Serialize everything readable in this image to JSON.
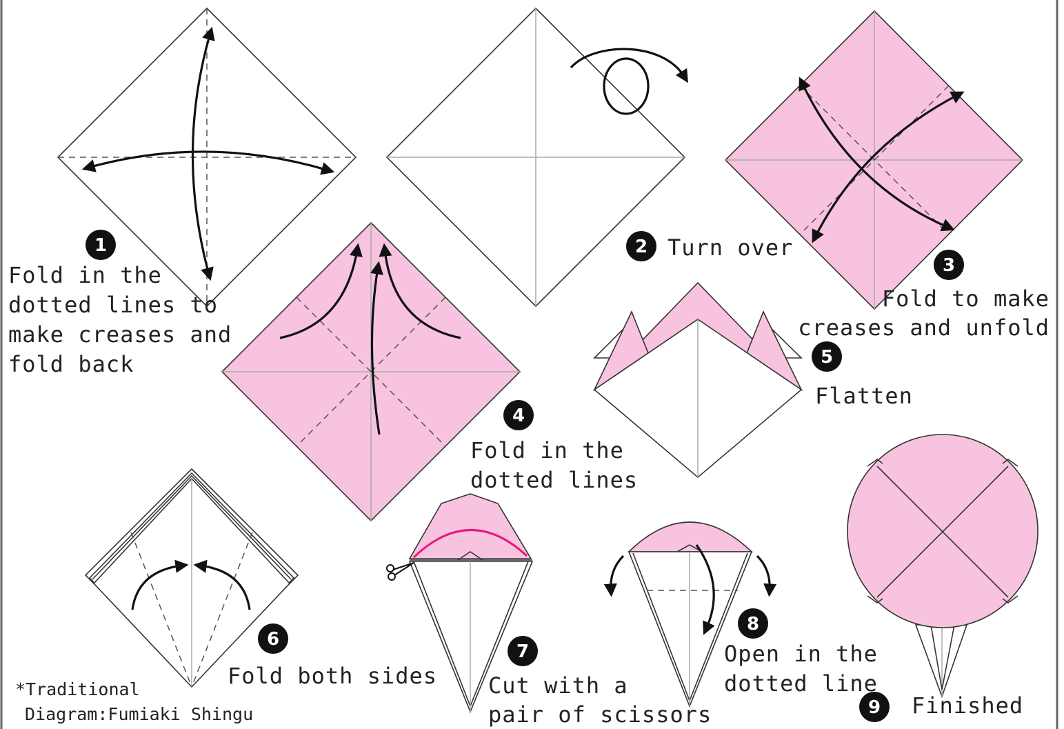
{
  "colors": {
    "paper_pink": "#f7c3de",
    "paper_white": "#ffffff",
    "cut_line": "#e6197e",
    "outline": "#333333",
    "frame": "#555555"
  },
  "steps": [
    {
      "number": "1",
      "lines": [
        "Fold in the",
        "dotted lines to",
        "make creases and",
        "fold back"
      ]
    },
    {
      "number": "2",
      "lines": [
        "Turn over"
      ]
    },
    {
      "number": "3",
      "lines": [
        "Fold to make",
        "creases and unfold"
      ]
    },
    {
      "number": "4",
      "lines": [
        "Fold in the",
        "dotted lines"
      ]
    },
    {
      "number": "5",
      "lines": [
        "Flatten"
      ]
    },
    {
      "number": "6",
      "lines": [
        "Fold both sides"
      ]
    },
    {
      "number": "7",
      "lines": [
        "Cut with a",
        "pair of scissors"
      ]
    },
    {
      "number": "8",
      "lines": [
        "Open in the",
        "dotted line"
      ]
    },
    {
      "number": "9",
      "lines": [
        "Finished"
      ]
    }
  ],
  "credit": {
    "line1": "*Traditional",
    "line2": "Diagram:Fumiaki Shingu"
  },
  "icons": {
    "turn_over": "turn-over-arrow-icon",
    "scissors": "scissors-icon"
  }
}
